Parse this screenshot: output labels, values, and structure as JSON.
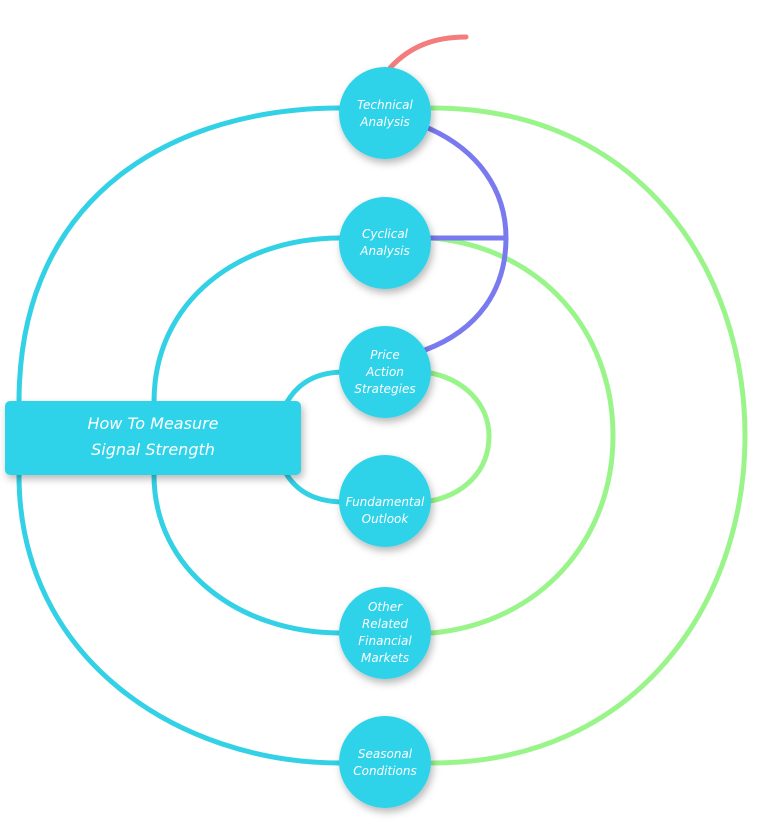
{
  "central_topic": {
    "lines": [
      "How To Measure",
      "Signal Strength"
    ]
  },
  "nodes": [
    {
      "id": "technical-analysis",
      "lines": [
        "Technical",
        "Analysis"
      ]
    },
    {
      "id": "cyclical-analysis",
      "lines": [
        "Cyclical",
        "Analysis"
      ]
    },
    {
      "id": "price-action-strategies",
      "lines": [
        "Price",
        "Action",
        "Strategies"
      ]
    },
    {
      "id": "fundamental-outlook",
      "lines": [
        "Fundamental",
        "Outlook"
      ]
    },
    {
      "id": "other-related-financial-markets",
      "lines": [
        "Other",
        "Related",
        "Financial",
        "Markets"
      ]
    },
    {
      "id": "seasonal-conditions",
      "lines": [
        "Seasonal",
        "Conditions"
      ]
    }
  ],
  "colors": {
    "node_fill": "#2ed3ea",
    "cyan_link": "#33d1e5",
    "green_link": "#99f58a",
    "purple_link": "#7a7af0",
    "red_link": "#f47c7c",
    "text": "#ffffff"
  }
}
